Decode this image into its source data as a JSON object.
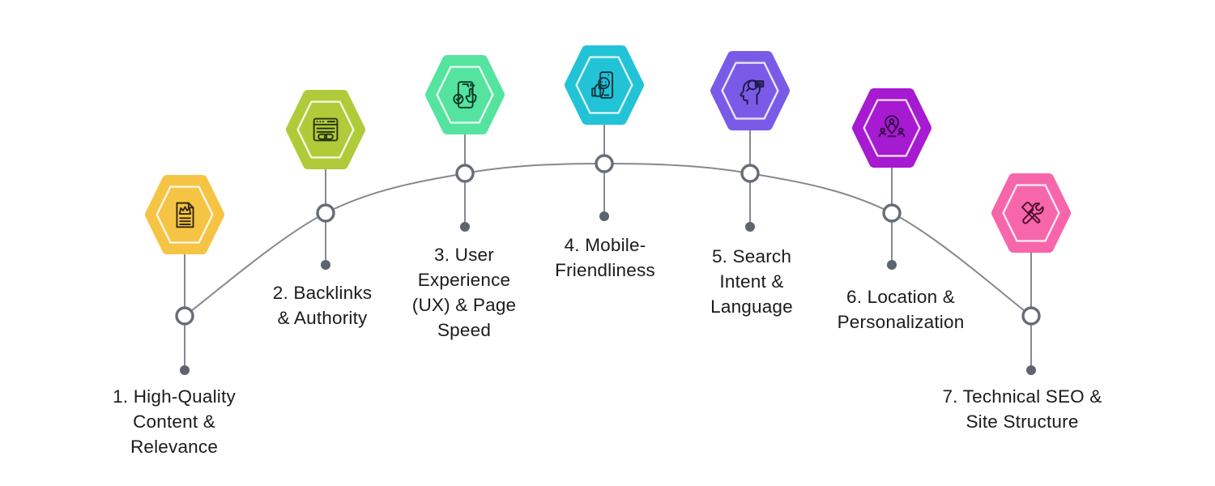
{
  "diagram": {
    "background": "#FFFFFF",
    "connector": {
      "line_color": "#85898F",
      "node_fill": "#FFFFFF",
      "node_stroke": "#676D76",
      "dot_color": "#5D6470"
    },
    "text_color": "#1B1B1B"
  },
  "items": [
    {
      "label": "1. High-Quality\nContent &\nRelevance",
      "icon": "premium-content-icon",
      "color": "#F6C445",
      "icon_stroke": "#33290F"
    },
    {
      "label": "2. Backlinks\n& Authority",
      "icon": "backlinks-icon",
      "color": "#AFCB3A",
      "icon_stroke": "#2A3310"
    },
    {
      "label": "3. User\nExperience\n(UX) & Page\nSpeed",
      "icon": "ux-page-speed-icon",
      "color": "#55E3A0",
      "icon_stroke": "#0E3A28"
    },
    {
      "label": "4. Mobile-\nFriendliness",
      "icon": "mobile-friendliness-icon",
      "color": "#22C3D6",
      "icon_stroke": "#0B3740"
    },
    {
      "label": "5. Search\nIntent &\nLanguage",
      "icon": "search-intent-icon",
      "color": "#7A5BE7",
      "icon_stroke": "#201A47"
    },
    {
      "label": "6. Location &\nPersonalization",
      "icon": "location-personalization-icon",
      "color": "#A61AD1",
      "icon_stroke": "#330B42"
    },
    {
      "label": "7. Technical SEO &\nSite Structure",
      "icon": "technical-seo-icon",
      "color": "#F766AB",
      "icon_stroke": "#4D1030"
    }
  ]
}
